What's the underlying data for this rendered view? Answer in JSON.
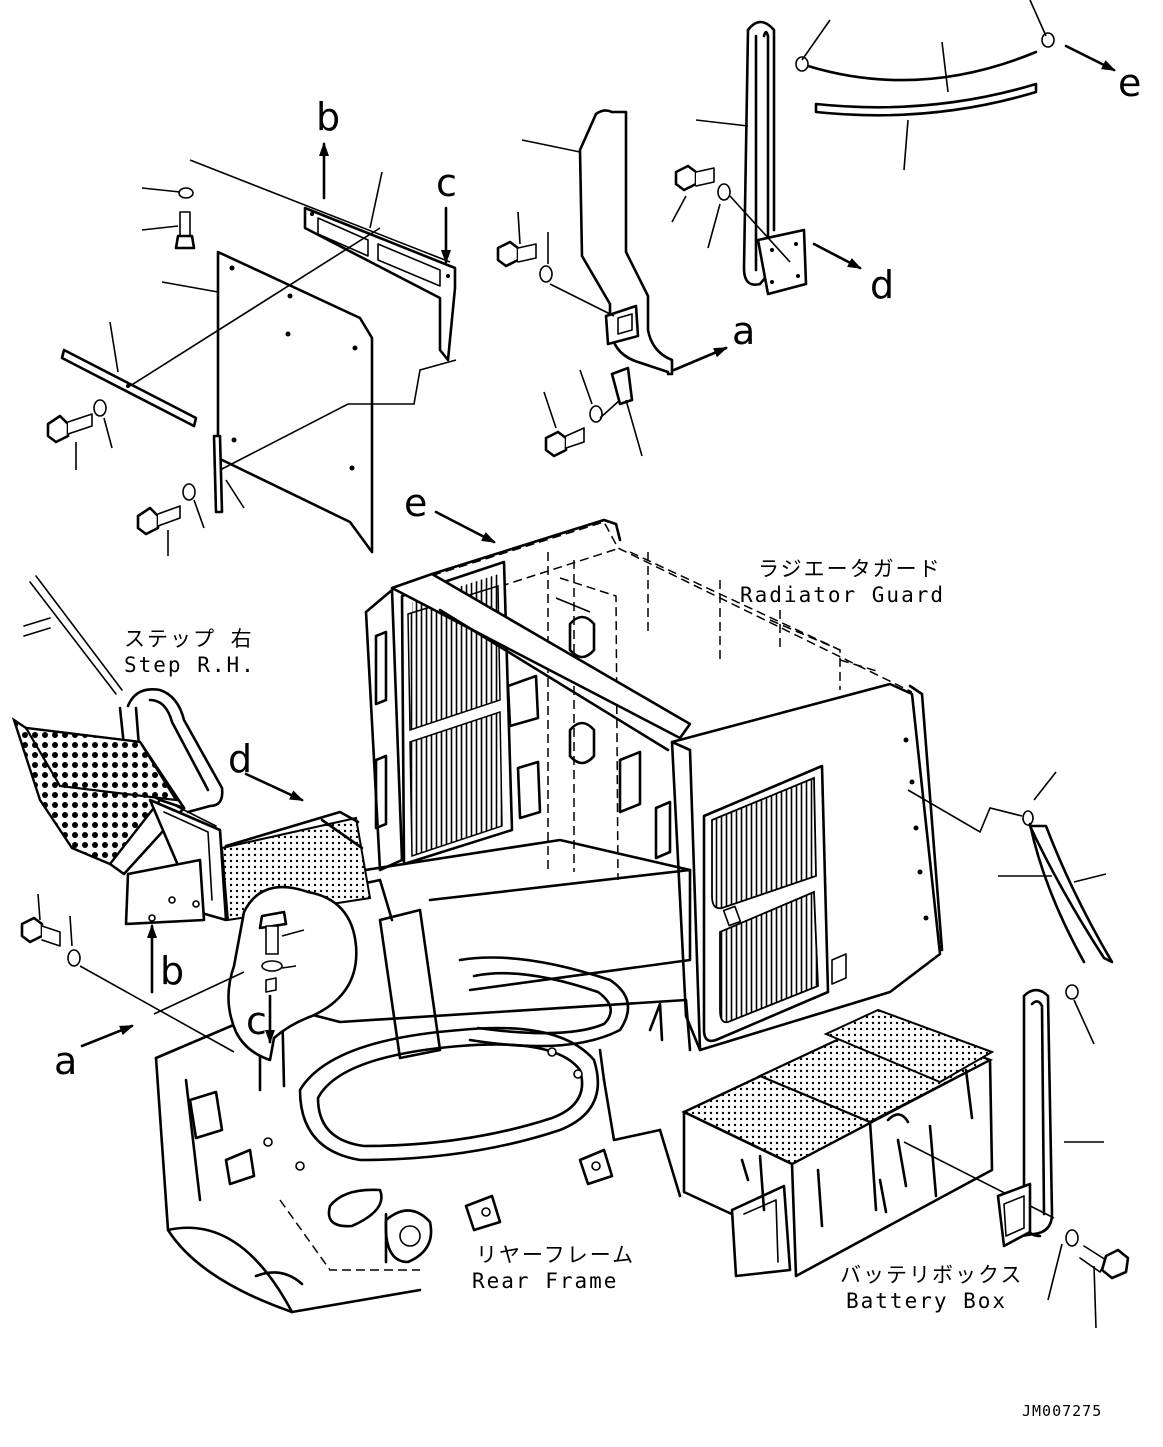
{
  "labels": {
    "radiator_guard_jp": "ラジエータガード",
    "radiator_guard_en": "Radiator Guard",
    "step_rh_jp": "ステップ 右",
    "step_rh_en": "Step R.H.",
    "rear_frame_jp": "リヤーフレーム",
    "rear_frame_en": "Rear Frame",
    "battery_box_jp": "バッテリボックス",
    "battery_box_en": "Battery Box"
  },
  "reference_letters": {
    "a_top": "a",
    "a_bottom": "a",
    "b_top": "b",
    "b_bottom": "b",
    "c_top": "c",
    "c_bottom": "c",
    "d_top": "d",
    "d_bottom": "d",
    "e_top": "e",
    "e_bottom": "e"
  },
  "drawing_code": "JM007275"
}
